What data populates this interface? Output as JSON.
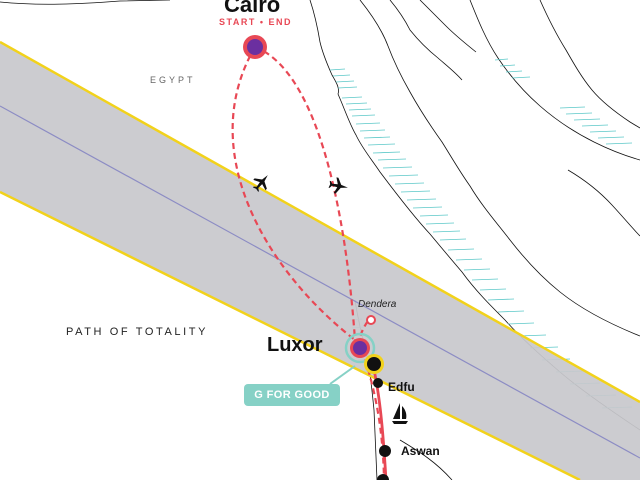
{
  "map": {
    "cities": {
      "cairo": "Cairo",
      "cairo_tag": "START • END",
      "luxor": "Luxor"
    },
    "country": "EGYPT",
    "band_label": "PATH OF TOTALITY",
    "places": {
      "dendera": "Dendera",
      "edfu": "Edfu",
      "aswan": "Aswan"
    },
    "badge": "G FOR GOOD"
  },
  "colors": {
    "route": "#e84855",
    "band": "#c8c8cc",
    "band_edge": "#f2d21b",
    "center_line": "#8c8cc4",
    "city_marker": "#6b2fa0",
    "water": "#5bc8c8",
    "badge": "#86d1c6"
  },
  "icons": [
    "airplane-icon",
    "sailboat-icon",
    "city-marker-icon",
    "stop-dot-icon"
  ]
}
